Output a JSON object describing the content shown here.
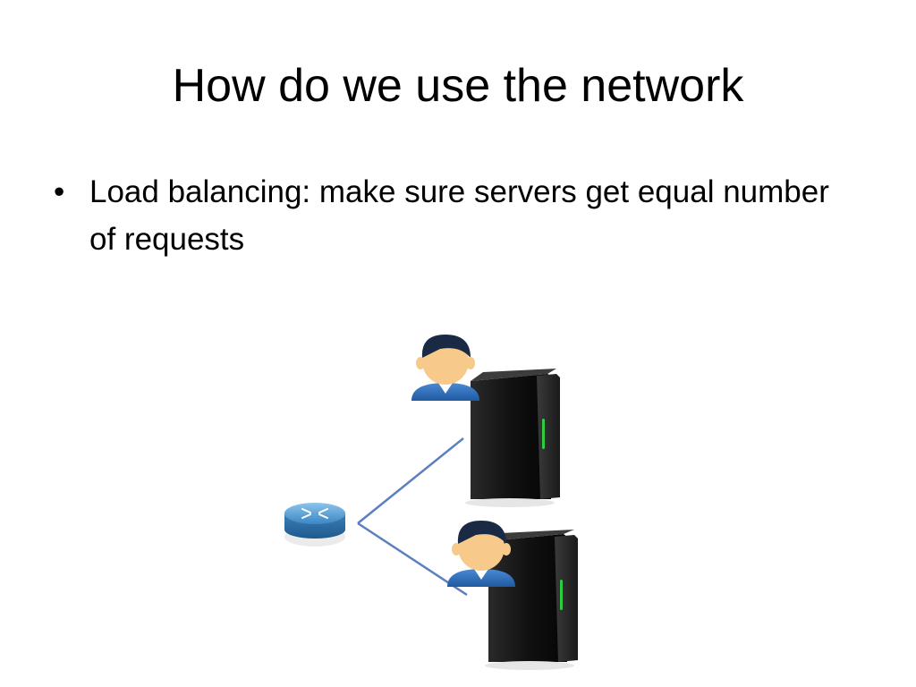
{
  "slide": {
    "title": "How do we use the network",
    "bullets": [
      {
        "text": "Load balancing: make sure servers get equal number of requests"
      }
    ]
  },
  "diagram": {
    "icons": [
      "router-icon",
      "server-icon",
      "user-icon",
      "network-link"
    ],
    "colors": {
      "link": "#5b7fbf",
      "router": "#4a90c8",
      "server": "#111111",
      "server_led": "#2ecc40",
      "user_shirt": "#2f6db5",
      "user_skin": "#f7c98b",
      "user_hair": "#1b2a44"
    }
  }
}
